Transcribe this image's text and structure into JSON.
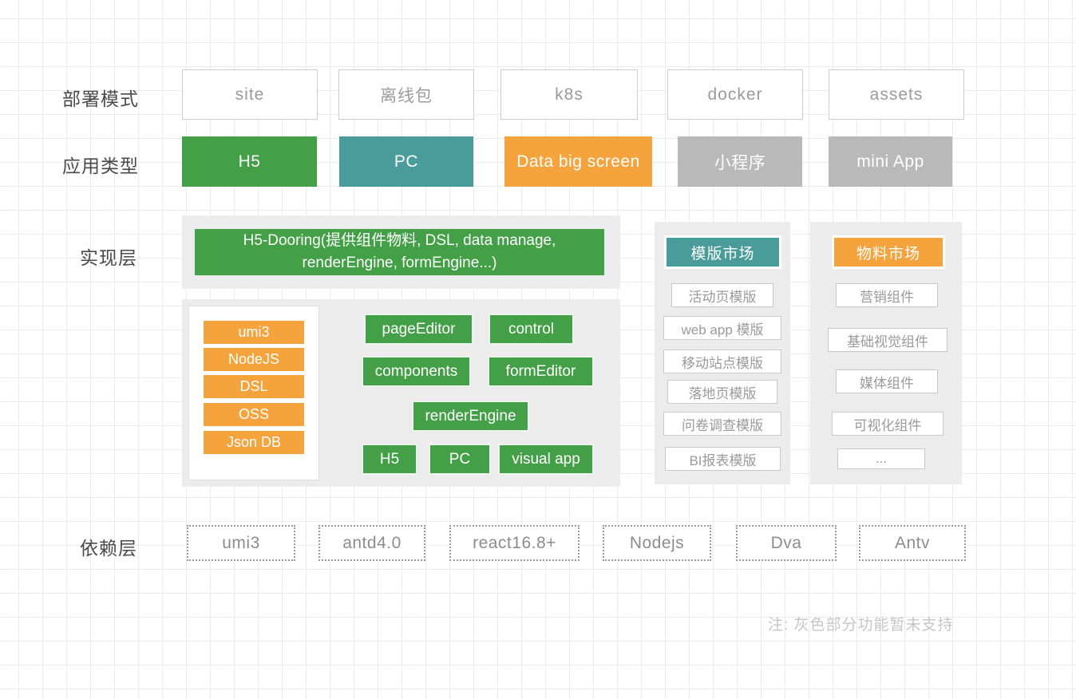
{
  "labels": {
    "deploy": "部署模式",
    "app_type": "应用类型",
    "impl": "实现层",
    "deps": "依赖层"
  },
  "deploy_modes": [
    "site",
    "离线包",
    "k8s",
    "docker",
    "assets"
  ],
  "app_types": [
    "H5",
    "PC",
    "Data big screen",
    "小程序",
    "mini App"
  ],
  "impl": {
    "main": "H5-Dooring(提供组件物料, DSL, data manage, renderEngine, formEngine...)",
    "stack": [
      "umi3",
      "NodeJS",
      "DSL",
      "OSS",
      "Json DB"
    ],
    "modules": [
      "pageEditor",
      "control",
      "components",
      "formEditor",
      "renderEngine",
      "H5",
      "PC",
      "visual app"
    ]
  },
  "template_market": {
    "title": "模版市场",
    "items": [
      "活动页模版",
      "web app 模版",
      "移动站点模版",
      "落地页模版",
      "问卷调查模版",
      "BI报表模版"
    ]
  },
  "material_market": {
    "title": "物料市场",
    "items": [
      "营销组件",
      "基础视觉组件",
      "媒体组件",
      "可视化组件",
      "..."
    ]
  },
  "dependencies": [
    "umi3",
    "antd4.0",
    "react16.8+",
    "Nodejs",
    "Dva",
    "Antv"
  ],
  "note": "注: 灰色部分功能暂未支持",
  "colors": {
    "green": "#43a047",
    "teal": "#4a9c9b",
    "orange": "#f5a33c",
    "gray": "#b9b9b9",
    "panel": "#ececec"
  }
}
